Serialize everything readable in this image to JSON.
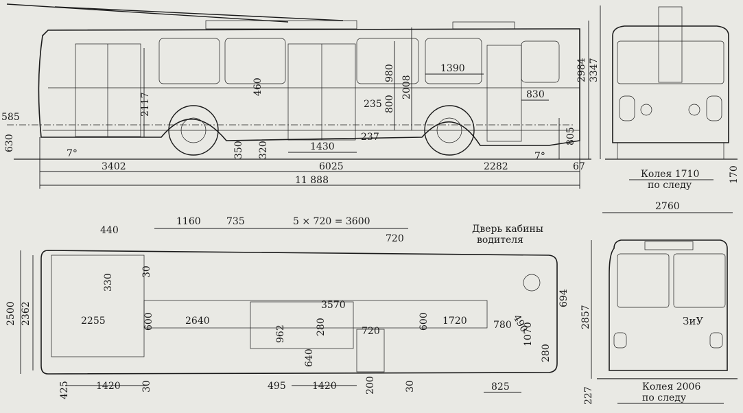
{
  "side_view": {
    "dims_h": [
      "3402",
      "6025",
      "2282",
      "67",
      "11 888",
      "1430",
      "1390",
      "830"
    ],
    "dims_v": [
      "2117",
      "460",
      "980",
      "800",
      "2008",
      "2984",
      "3347",
      "805",
      "585",
      "630",
      "350",
      "320",
      "235",
      "237"
    ],
    "angle_front": "7°",
    "angle_rear": "7°"
  },
  "rear_view": {
    "track_label": "Колея 1710",
    "track_sub": "по следу",
    "dim_170": "170"
  },
  "plan_view": {
    "dims_top": [
      "440",
      "1160",
      "735",
      "5 × 720 = 3600",
      "720"
    ],
    "dims_left": [
      "2500",
      "2362",
      "330",
      "30"
    ],
    "aisle": [
      "2255",
      "2640",
      "3570",
      "1720",
      "600",
      "600"
    ],
    "door_dims": [
      "962",
      "280",
      "720",
      "640",
      "780",
      "1070",
      "694",
      "490",
      "280"
    ],
    "dims_bottom": [
      "425",
      "1420",
      "30",
      "495",
      "1420",
      "200",
      "30",
      "825"
    ],
    "driver_door_label": "Дверь кабины",
    "driver_door_label2": "водителя"
  },
  "front_view": {
    "width": "2760",
    "height": "2857",
    "brand": "ЗиУ",
    "track_label": "Колея 2006",
    "track_sub": "по следу",
    "dim_227": "227"
  }
}
